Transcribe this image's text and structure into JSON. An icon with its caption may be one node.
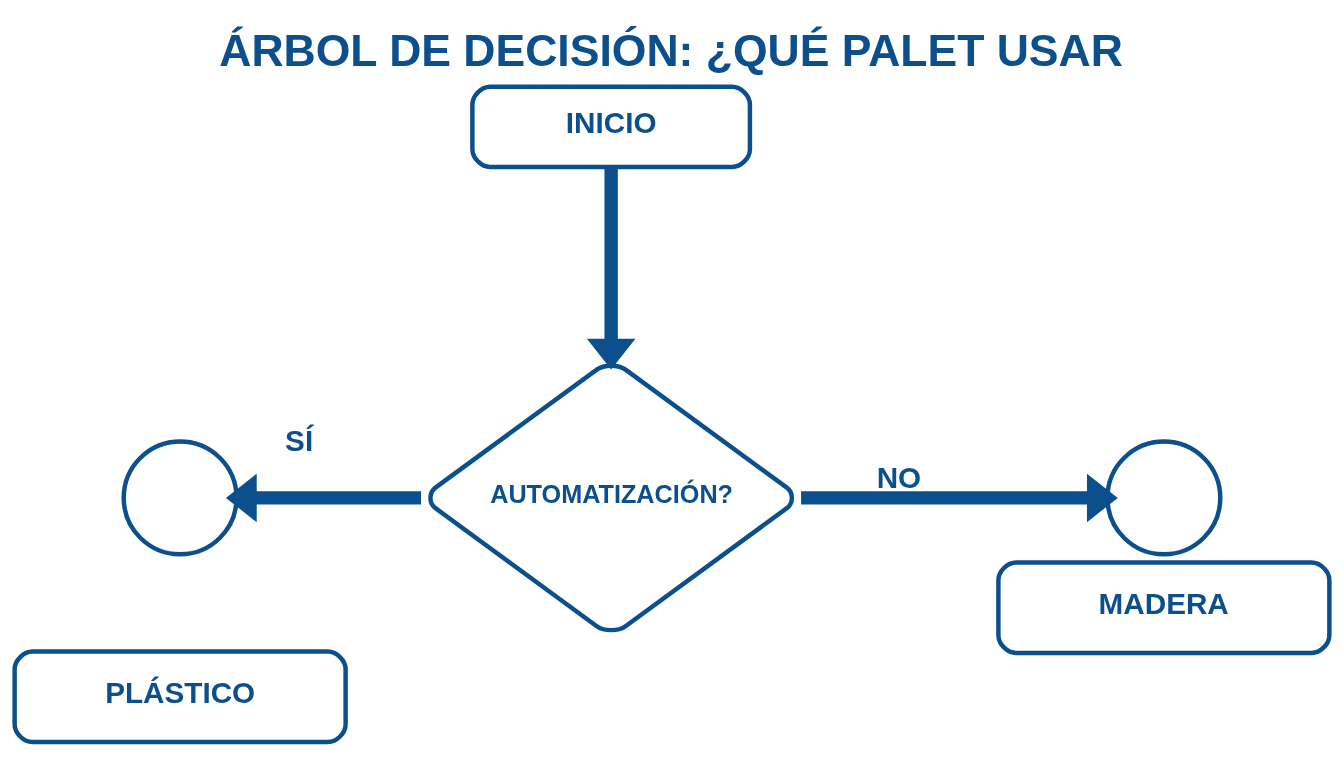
{
  "diagram": {
    "title": "ÁRBOL DE DECISIÓN: ¿QUÉ PALET USAR",
    "nodes": [
      {
        "text": [
          "INICIO"
        ]
      },
      {
        "text": [
          "AUTOMATIZACIÓN?"
        ]
      },
      {
        "text": [],
        "shape": "circle"
      },
      {
        "text": [],
        "shape": "circle"
      },
      {
        "text": [
          "PLÁSTICO"
        ]
      },
      {
        "text": [
          "MADERA"
        ]
      }
    ],
    "edges": [
      {
        "from": 0,
        "to": 1,
        "arrow": "to"
      },
      {
        "from": 1,
        "to": 2,
        "arrow": "to",
        "label": "SÍ"
      },
      {
        "from": 1,
        "to": 3,
        "arrow": "to",
        "label": "NO"
      }
    ]
  }
}
